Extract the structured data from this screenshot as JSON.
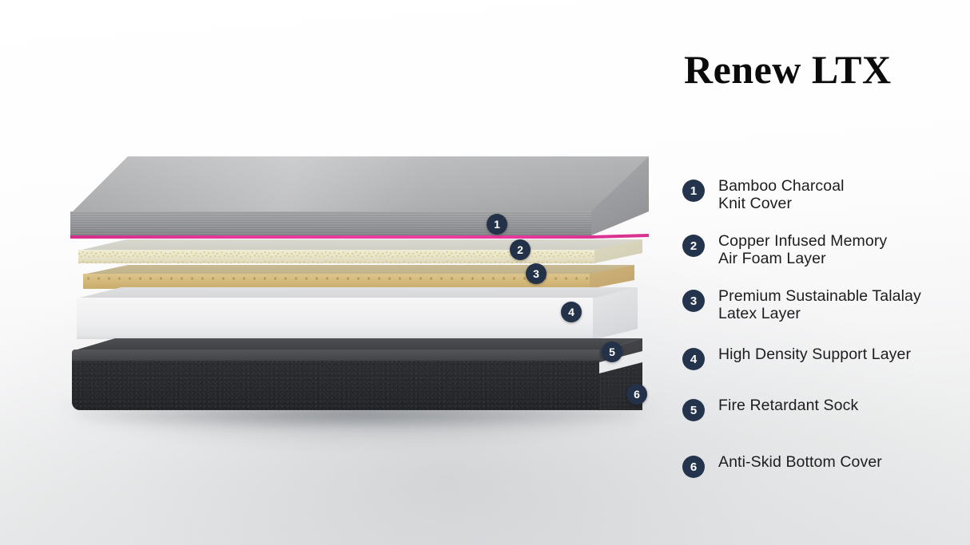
{
  "product": {
    "title": "Renew LTX"
  },
  "theme": {
    "badge_navy": "#24344d",
    "piping_magenta": "#e7389e",
    "layer1_grey": "#a8a9ab",
    "layer2_cream": "#e9e5cb",
    "layer3_tan": "#d5bb7e",
    "layer4_white": "#f2f2f3",
    "layer5_grey": "#4a4b4f",
    "layer6_charcoal": "#282a2e",
    "background": "#ffffff"
  },
  "legend": {
    "items": [
      {
        "number": "1",
        "label": "Bamboo Charcoal\nKnit Cover"
      },
      {
        "number": "2",
        "label": "Copper Infused Memory\nAir Foam Layer"
      },
      {
        "number": "3",
        "label": "Premium Sustainable Talalay\nLatex Layer"
      },
      {
        "number": "4",
        "label": "High Density Support Layer"
      },
      {
        "number": "5",
        "label": "Fire Retardant Sock"
      },
      {
        "number": "6",
        "label": "Anti-Skid Bottom Cover"
      }
    ]
  },
  "mattress_callouts": [
    {
      "number": "1",
      "layer": "bamboo-charcoal-knit-cover"
    },
    {
      "number": "2",
      "layer": "copper-infused-memory-air-foam-layer"
    },
    {
      "number": "3",
      "layer": "premium-sustainable-talalay-latex-layer"
    },
    {
      "number": "4",
      "layer": "high-density-support-layer"
    },
    {
      "number": "5",
      "layer": "fire-retardant-sock"
    },
    {
      "number": "6",
      "layer": "anti-skid-bottom-cover"
    }
  ]
}
